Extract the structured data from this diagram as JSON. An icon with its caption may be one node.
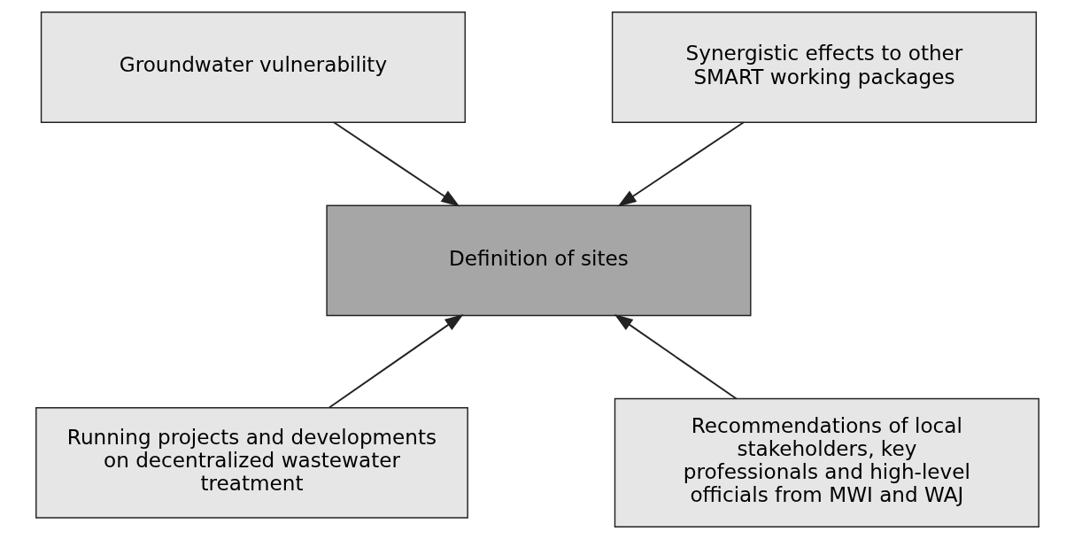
{
  "diagram": {
    "nodes": [
      {
        "text": [
          "Groundwater vulnerability"
        ]
      },
      {
        "text": [
          "Synergistic effects to other SMART working packages"
        ]
      },
      {
        "text": [
          "Definition of sites"
        ]
      },
      {
        "text": [
          "Running projects and developments on decentralized wastewater treatment"
        ]
      },
      {
        "text": [
          "Recommendations of local stakeholders, key professionals and high-level officials from MWI and WAJ"
        ]
      }
    ],
    "edges": [
      {
        "from": 0,
        "to": 2,
        "arrow": "to"
      },
      {
        "from": 1,
        "to": 2,
        "arrow": "to"
      },
      {
        "from": 3,
        "to": 2,
        "arrow": "to"
      },
      {
        "from": 4,
        "to": 2,
        "arrow": "to"
      }
    ]
  }
}
